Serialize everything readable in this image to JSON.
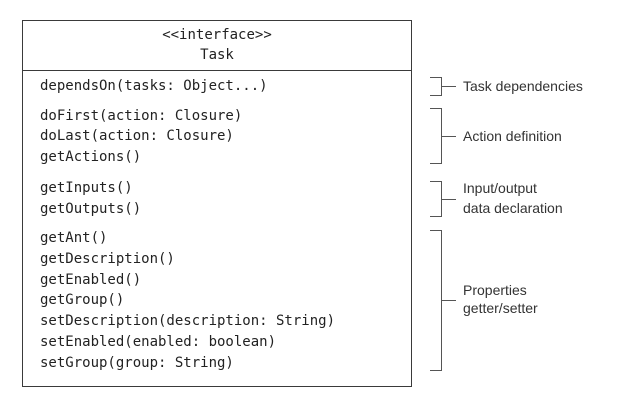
{
  "interface": {
    "stereotype": "<<interface>>",
    "name": "Task"
  },
  "method_groups": [
    {
      "methods": [
        "dependsOn(tasks: Object...)"
      ],
      "annotation": [
        "Task dependencies"
      ]
    },
    {
      "methods": [
        "doFirst(action: Closure)",
        "doLast(action: Closure)",
        "getActions()"
      ],
      "annotation": [
        "Action definition"
      ]
    },
    {
      "methods": [
        "getInputs()",
        "getOutputs()"
      ],
      "annotation": [
        "Input/output",
        "data declaration"
      ]
    },
    {
      "methods": [
        "getAnt()",
        "getDescription()",
        "getEnabled()",
        "getGroup()",
        "setDescription(description: String)",
        "setEnabled(enabled: boolean)",
        "setGroup(group: String)"
      ],
      "annotation": [
        "Properties",
        "getter/setter"
      ]
    }
  ]
}
